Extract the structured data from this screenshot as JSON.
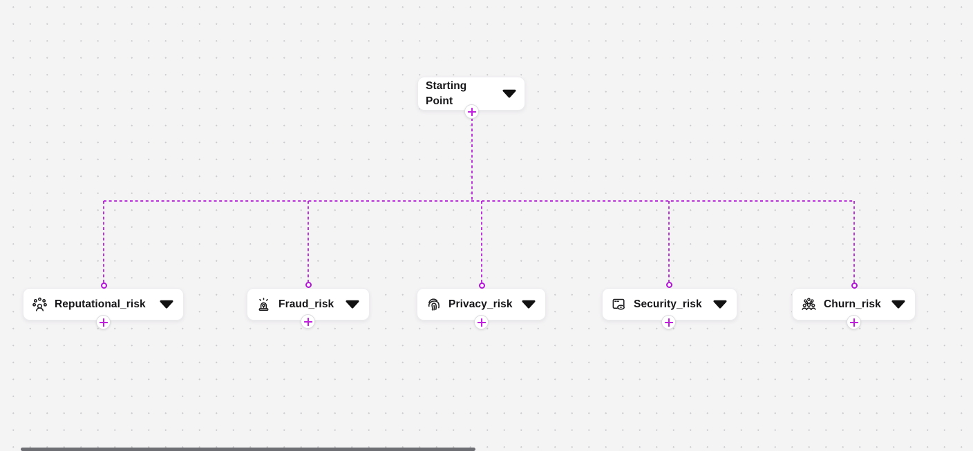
{
  "canvas": {
    "kind": "workflow-canvas",
    "accent_color": "#b014d4",
    "plus_color": "#c21ee0",
    "background_color": "#f5f4f5",
    "dot_color": "#cbcbce",
    "node_text_color": "#151518"
  },
  "root_node": {
    "label": "Starting Point",
    "icon": "caret-down-icon"
  },
  "child_nodes": [
    {
      "label": "Reputational_risk",
      "icon": "people-network-icon"
    },
    {
      "label": "Fraud_risk",
      "icon": "siren-icon"
    },
    {
      "label": "Privacy_risk",
      "icon": "fingerprint-icon"
    },
    {
      "label": "Security_risk",
      "icon": "window-eye-icon"
    },
    {
      "label": "Churn_risk",
      "icon": "crowd-icon"
    }
  ]
}
